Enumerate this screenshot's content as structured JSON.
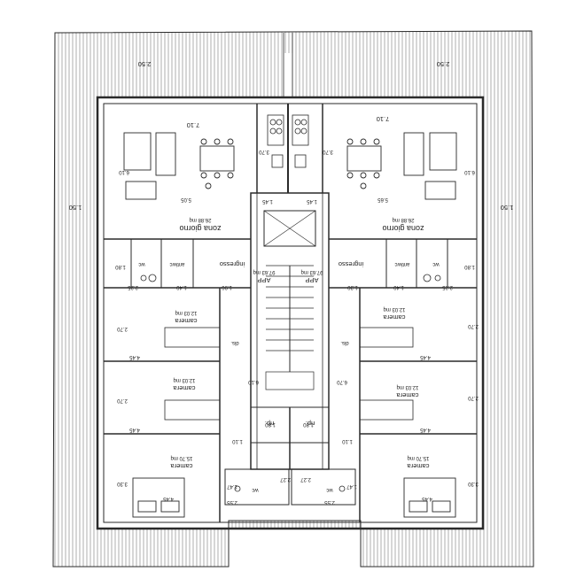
{
  "colors": {
    "ink": "#2a2a2a",
    "hatch": "#9a9a9a",
    "paper": "#ffffff"
  },
  "plan": {
    "dimensions": {
      "top_left": "2.50",
      "top_right": "2.50",
      "side_left": "1.50",
      "side_right": "1.50",
      "kitchen_left": "3.70",
      "kitchen_right": "3.70",
      "living_width_left": "7.10",
      "living_width_right": "7.10",
      "living_depth_left": "6.10",
      "living_depth_right": "6.10",
      "living_sub_left": "5.05",
      "living_sub_right": "5.65",
      "hall_left": "1.45",
      "hall_right": "1.45",
      "bath_left": "1.80",
      "bath_right": "1.80",
      "antiwc_left": "1.40",
      "antiwc_right": "1.40",
      "corr_left": "1.90",
      "corr_right": "1.30",
      "bed1_depth_left": "2.70",
      "bed1_depth_right": "2.70",
      "bed_width_left": "4.45",
      "bed_width_right": "4.45",
      "bed2_depth_left": "2.70",
      "bed2_depth_right": "2.70",
      "bed2_width_left": "4.45",
      "bed2_width_right": "4.45",
      "master_depth_left": "3.30",
      "master_depth_right": "3.30",
      "master_width_left": "4.45",
      "master_width_right": "4.45",
      "stair_left": "6.10",
      "stair_right": "6.70",
      "rip_w_left": "1.80",
      "rip_w_right": "1.80",
      "rip_h_left": "1.10",
      "rip_h_right": "1.10",
      "wc2_left": "1.47",
      "wc2_right": "1.47",
      "wc2_w_left": "2.55",
      "wc2_w_right": "2.55",
      "wc2_d_left": "2.27",
      "wc2_d_right": "2.27",
      "misc_left": "2.25",
      "misc_right": "2.25"
    },
    "rooms": {
      "living_left": "zona giorno",
      "living_right": "zona giorno",
      "living_area_left": "26.88 mq",
      "living_area_right": "26.88 mq",
      "entry_left": "ingresso",
      "entry_right": "ingresso",
      "wc_left": "wc",
      "wc_right": "wc",
      "antiwc_left": "antiwc",
      "antiwc_right": "antiwc",
      "app_left": "APP",
      "app_right": "APP",
      "app_area_left": "97.63 mq",
      "app_area_right": "97.63 mq",
      "bed1_left": "camera",
      "bed1_right": "camera",
      "bed1_area_left": "12.03 mq",
      "bed1_area_right": "12.03 mq",
      "dis_left": "dis.",
      "dis_right": "dis.",
      "bed2_left": "camera",
      "bed2_right": "camera",
      "bed2_area_left": "12.03 mq",
      "bed2_area_right": "12.03 mq",
      "rip_left": "rip.",
      "rip_right": "rip.",
      "master_left": "camera",
      "master_right": "camera",
      "master_area_left": "15.70 mq",
      "master_area_right": "15.70 mq",
      "wc2_left": "wc",
      "wc2_right": "wc"
    }
  }
}
